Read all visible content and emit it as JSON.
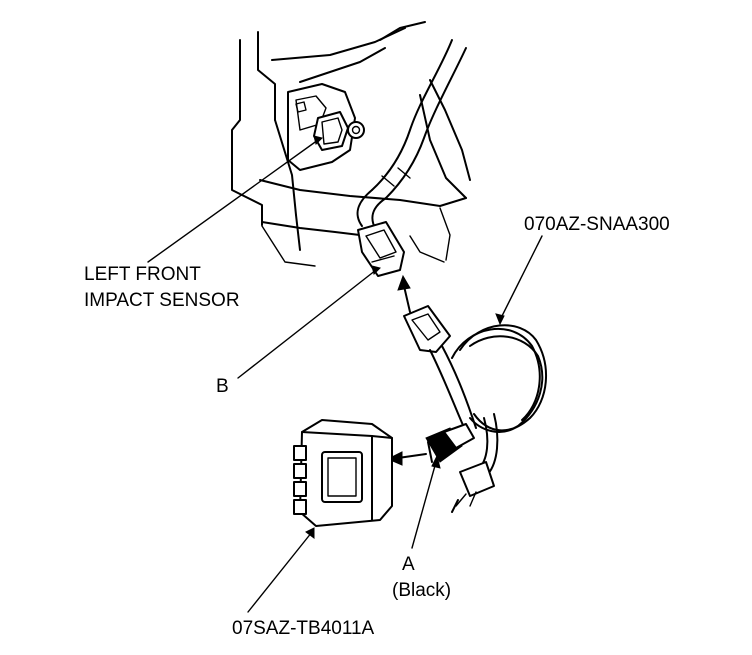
{
  "labels": {
    "left_front_impact_sensor_line1": "LEFT FRONT",
    "left_front_impact_sensor_line2": "IMPACT SENSOR",
    "connector_b": "B",
    "harness_part_number": "070AZ-SNAA300",
    "connector_a": "A",
    "connector_a_color": "(Black)",
    "simulator_part_number": "07SAZ-TB4011A"
  }
}
